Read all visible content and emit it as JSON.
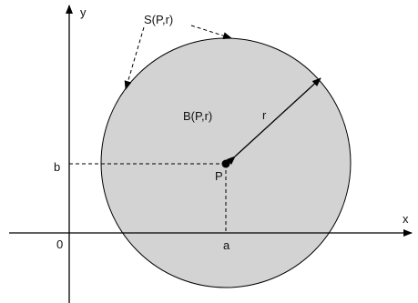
{
  "labels": {
    "x_axis": "x",
    "y_axis": "y",
    "origin": "0",
    "center": "P",
    "center_x": "a",
    "center_y": "b",
    "radius": "r",
    "ball": "B(P,r)",
    "sphere": "S(P,r)"
  },
  "colors": {
    "disk_fill": "#d3d3d3",
    "stroke": "#000000",
    "background": "#ffffff"
  }
}
